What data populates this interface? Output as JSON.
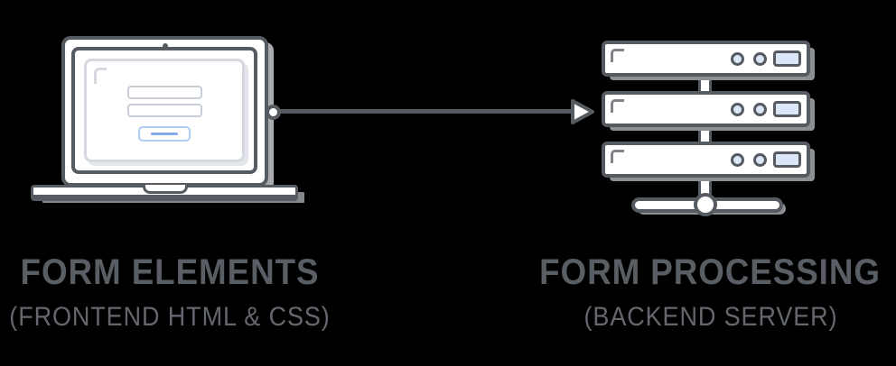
{
  "labels": {
    "left": {
      "title": "FORM ELEMENTS",
      "subtitle": "(FRONTEND HTML & CSS)"
    },
    "right": {
      "title": "FORM PROCESSING",
      "subtitle": "(BACKEND SERVER)"
    }
  },
  "colors": {
    "background": "#000000",
    "stroke": "#565b62",
    "laptop_shadow": "#a9abae",
    "server_shadow": "#8c8f94",
    "base_shadow": "#85878b",
    "panel_gray": "#d5d9df",
    "input_gray": "#c8ced6",
    "panel_shadow": "#e3e6ea",
    "bracket_gray": "#d5d9df",
    "blue_border": "#b0cdf6",
    "blue_fill": "#dbe6f8",
    "blue_line": "#84abe9",
    "title": "#595d64",
    "subtitle": "#64686e"
  },
  "diagram": {
    "nodes": [
      {
        "id": "laptop",
        "icon": "laptop-icon",
        "label": "FORM ELEMENTS",
        "sublabel": "(FRONTEND HTML & CSS)"
      },
      {
        "id": "server",
        "icon": "server-rack-icon",
        "label": "FORM PROCESSING",
        "sublabel": "(BACKEND SERVER)"
      }
    ],
    "edge": {
      "from": "laptop",
      "to": "server",
      "direction": "right"
    }
  }
}
